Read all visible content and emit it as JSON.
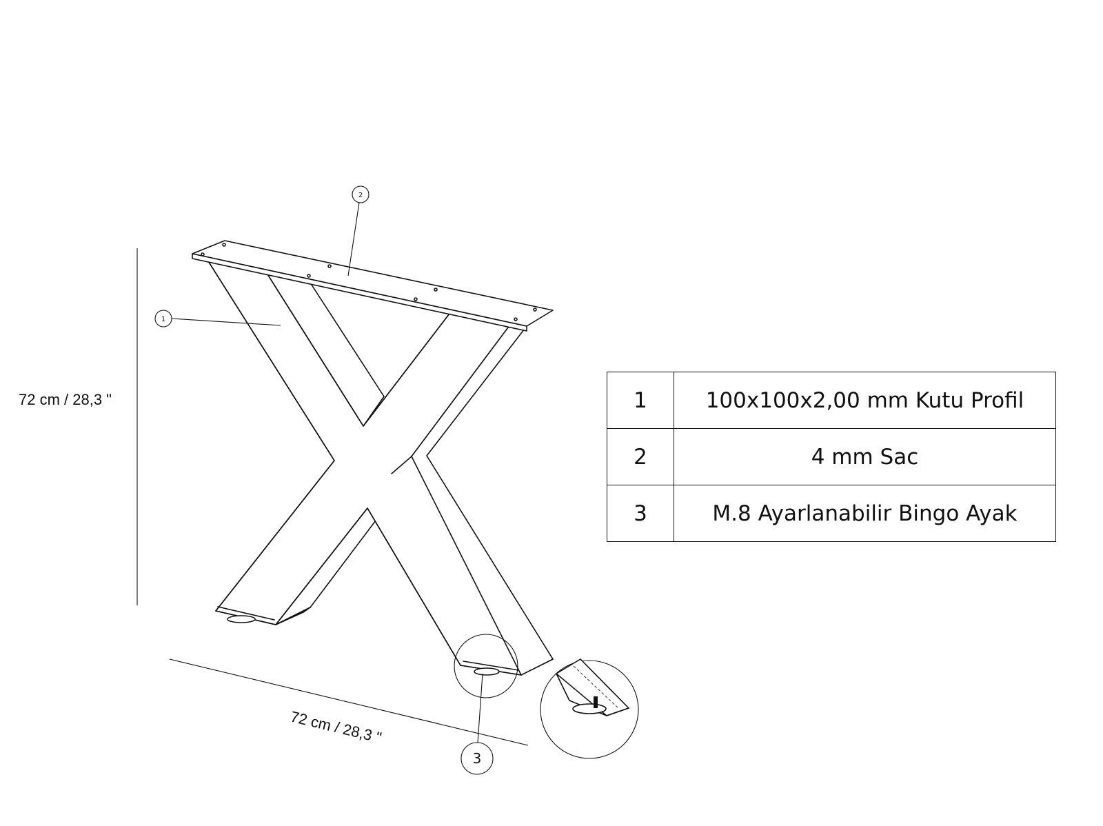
{
  "dimensions": {
    "height_label": "72 cm / 28,3 \"",
    "width_label": "72 cm / 28,3 \""
  },
  "callouts": {
    "c1": "1",
    "c2": "2",
    "c3": "3"
  },
  "parts": [
    {
      "number": "1",
      "description": "100x100x2,00 mm Kutu Profil"
    },
    {
      "number": "2",
      "description": "4 mm Sac"
    },
    {
      "number": "3",
      "description": "M.8 Ayarlanabilir Bingo Ayak"
    }
  ]
}
